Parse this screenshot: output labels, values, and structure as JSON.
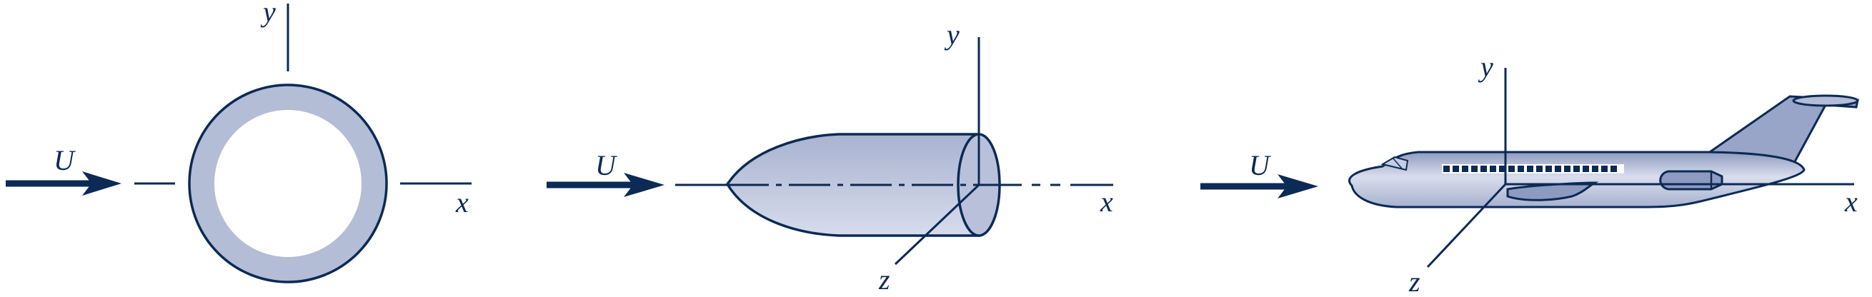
{
  "colors": {
    "ink": "#0b2a55",
    "body_fill": "#b4bdd6",
    "body_fill_light": "#d3d9ea",
    "background": "#ffffff"
  },
  "panels": [
    {
      "name": "cylinder-cross-section",
      "flow_label": "U",
      "x_label": "x",
      "y_label": "y"
    },
    {
      "name": "axisymmetric-body",
      "flow_label": "U",
      "x_label": "x",
      "y_label": "y",
      "z_label": "z"
    },
    {
      "name": "airplane",
      "flow_label": "U",
      "x_label": "x",
      "y_label": "y",
      "z_label": "z"
    }
  ]
}
